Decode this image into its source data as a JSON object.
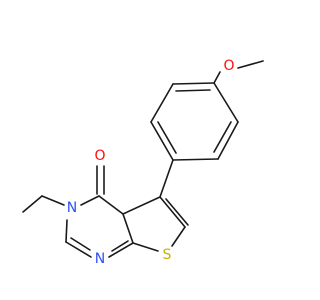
{
  "molecule": {
    "colors": {
      "bond": "#1a1a1a",
      "oxygen": "#ff0d0d",
      "nitrogen": "#3050f8",
      "sulfur": "#c6b200",
      "background": "#ffffff"
    },
    "atom_labels": {
      "o_methoxy": "O",
      "o_carbonyl": "O",
      "n_ring": "N",
      "n_imine": "N",
      "s_thiophene": "S"
    }
  }
}
